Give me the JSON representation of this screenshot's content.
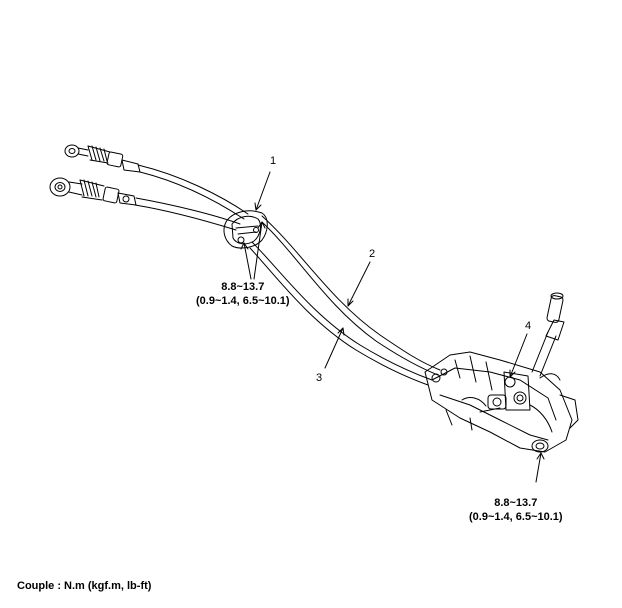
{
  "callouts": {
    "c1": "1",
    "c2": "2",
    "c3": "3",
    "c4": "4"
  },
  "torque_spec_upper": {
    "value": "8.8~13.7",
    "alt_units": "(0.9~1.4, 6.5~10.1)"
  },
  "torque_spec_lower": {
    "value": "8.8~13.7",
    "alt_units": "(0.9~1.4, 6.5~10.1)"
  },
  "footer": {
    "units_note": "Couple : N.m (kgf.m, lb-ft)"
  },
  "colors": {
    "line": "#000000",
    "background": "#ffffff"
  }
}
